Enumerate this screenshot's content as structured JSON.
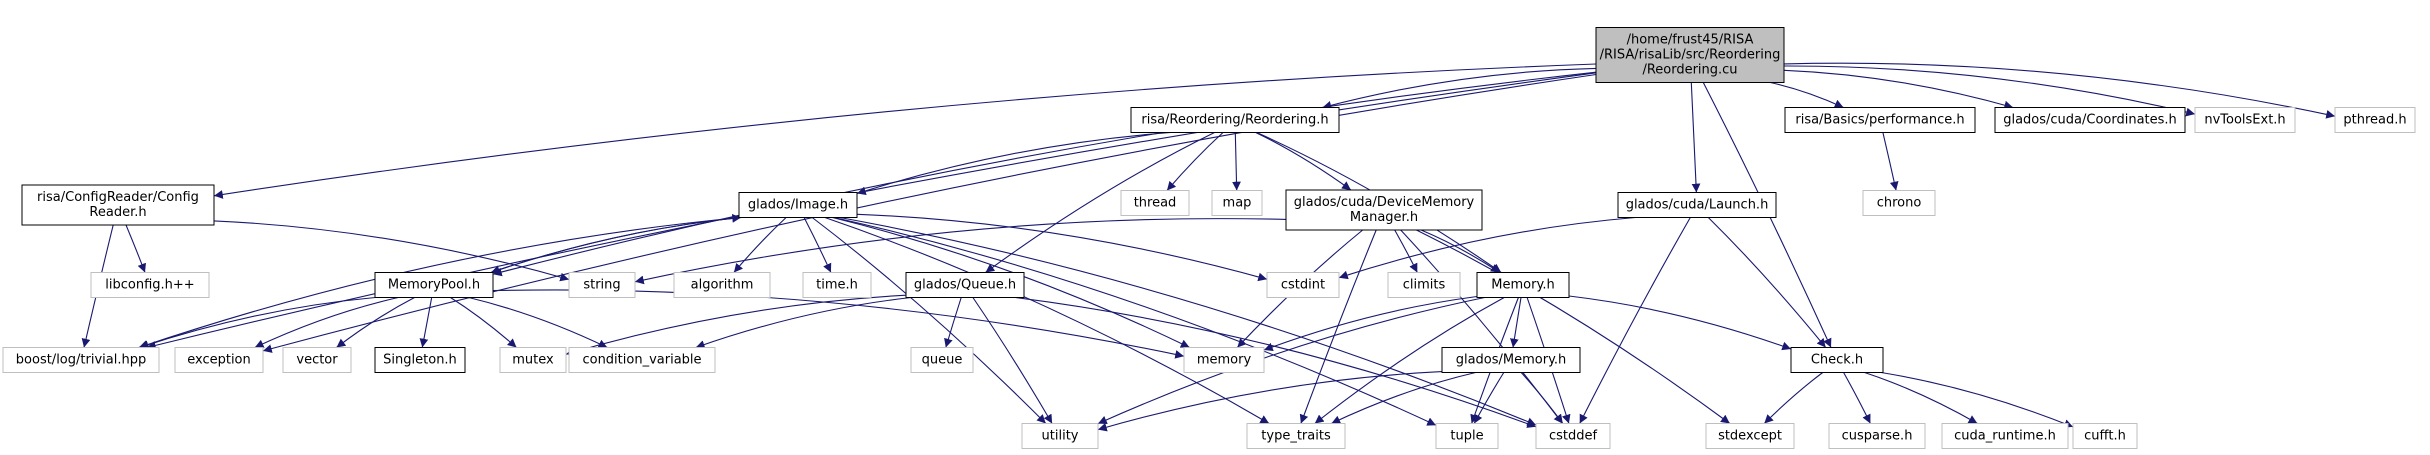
{
  "diagram": {
    "colors": {
      "edge": "#191970",
      "main_fill": "#bfbfbf",
      "local_border": "#000000",
      "system_border": "#bfbfbf",
      "system_text": "#000000"
    },
    "nodes": [
      {
        "id": "reordering_cu",
        "kind": "main",
        "lines": [
          "/home/frust45/RISA",
          "/RISA/risaLib/src/Reordering",
          "/Reordering.cu"
        ]
      },
      {
        "id": "reordering_h",
        "kind": "local",
        "lines": [
          "risa/Reordering/Reordering.h"
        ]
      },
      {
        "id": "performance_h",
        "kind": "local",
        "lines": [
          "risa/Basics/performance.h"
        ]
      },
      {
        "id": "coordinates_h",
        "kind": "local",
        "lines": [
          "glados/cuda/Coordinates.h"
        ]
      },
      {
        "id": "nvtoolsext_h",
        "kind": "system",
        "lines": [
          "nvToolsExt.h"
        ]
      },
      {
        "id": "pthread_h",
        "kind": "system",
        "lines": [
          "pthread.h"
        ]
      },
      {
        "id": "configreader_h",
        "kind": "local",
        "lines": [
          "risa/ConfigReader/Config",
          "Reader.h"
        ]
      },
      {
        "id": "image_h",
        "kind": "local",
        "lines": [
          "glados/Image.h"
        ]
      },
      {
        "id": "thread",
        "kind": "system",
        "lines": [
          "thread"
        ]
      },
      {
        "id": "map",
        "kind": "system",
        "lines": [
          "map"
        ]
      },
      {
        "id": "devicememorymanager_h",
        "kind": "local",
        "lines": [
          "glados/cuda/DeviceMemory",
          "Manager.h"
        ]
      },
      {
        "id": "launch_h",
        "kind": "local",
        "lines": [
          "glados/cuda/Launch.h"
        ]
      },
      {
        "id": "chrono",
        "kind": "system",
        "lines": [
          "chrono"
        ]
      },
      {
        "id": "libconfig",
        "kind": "system",
        "lines": [
          "libconfig.h++"
        ]
      },
      {
        "id": "string",
        "kind": "system",
        "lines": [
          "string"
        ]
      },
      {
        "id": "algorithm",
        "kind": "system",
        "lines": [
          "algorithm"
        ]
      },
      {
        "id": "time_h",
        "kind": "system",
        "lines": [
          "time.h"
        ]
      },
      {
        "id": "queue_h",
        "kind": "local",
        "lines": [
          "glados/Queue.h"
        ]
      },
      {
        "id": "cstdint",
        "kind": "system",
        "lines": [
          "cstdint"
        ]
      },
      {
        "id": "climits",
        "kind": "system",
        "lines": [
          "climits"
        ]
      },
      {
        "id": "memory_h",
        "kind": "local",
        "lines": [
          "Memory.h"
        ]
      },
      {
        "id": "memorypool_h",
        "kind": "local",
        "lines": [
          "MemoryPool.h"
        ]
      },
      {
        "id": "check_h",
        "kind": "local",
        "lines": [
          "Check.h"
        ]
      },
      {
        "id": "boost_trivial",
        "kind": "system",
        "lines": [
          "boost/log/trivial.hpp"
        ]
      },
      {
        "id": "exception",
        "kind": "system",
        "lines": [
          "exception"
        ]
      },
      {
        "id": "vector",
        "kind": "system",
        "lines": [
          "vector"
        ]
      },
      {
        "id": "singleton_h",
        "kind": "local",
        "lines": [
          "Singleton.h"
        ]
      },
      {
        "id": "mutex",
        "kind": "system",
        "lines": [
          "mutex"
        ]
      },
      {
        "id": "condition_variable",
        "kind": "system",
        "lines": [
          "condition_variable"
        ]
      },
      {
        "id": "queue",
        "kind": "system",
        "lines": [
          "queue"
        ]
      },
      {
        "id": "memory",
        "kind": "system",
        "lines": [
          "memory"
        ]
      },
      {
        "id": "glados_memory_h",
        "kind": "local",
        "lines": [
          "glados/Memory.h"
        ]
      },
      {
        "id": "utility",
        "kind": "system",
        "lines": [
          "utility"
        ]
      },
      {
        "id": "type_traits",
        "kind": "system",
        "lines": [
          "type_traits"
        ]
      },
      {
        "id": "tuple",
        "kind": "system",
        "lines": [
          "tuple"
        ]
      },
      {
        "id": "cstddef",
        "kind": "system",
        "lines": [
          "cstddef"
        ]
      },
      {
        "id": "stdexcept",
        "kind": "system",
        "lines": [
          "stdexcept"
        ]
      },
      {
        "id": "cusparse_h",
        "kind": "system",
        "lines": [
          "cusparse.h"
        ]
      },
      {
        "id": "cuda_runtime_h",
        "kind": "system",
        "lines": [
          "cuda_runtime.h"
        ]
      },
      {
        "id": "cufft_h",
        "kind": "system",
        "lines": [
          "cufft.h"
        ]
      }
    ],
    "edges": [
      [
        "reordering_cu",
        "reordering_h"
      ],
      [
        "reordering_cu",
        "performance_h"
      ],
      [
        "reordering_cu",
        "coordinates_h"
      ],
      [
        "reordering_cu",
        "nvtoolsext_h"
      ],
      [
        "reordering_cu",
        "pthread_h"
      ],
      [
        "reordering_cu",
        "configreader_h"
      ],
      [
        "reordering_cu",
        "launch_h"
      ],
      [
        "reordering_cu",
        "check_h"
      ],
      [
        "reordering_cu",
        "boost_trivial"
      ],
      [
        "reordering_cu",
        "exception"
      ],
      [
        "reordering_cu",
        "memorypool_h"
      ],
      [
        "reordering_h",
        "image_h"
      ],
      [
        "reordering_h",
        "thread"
      ],
      [
        "reordering_h",
        "map"
      ],
      [
        "reordering_h",
        "devicememorymanager_h"
      ],
      [
        "reordering_h",
        "queue_h"
      ],
      [
        "reordering_h",
        "memory_h"
      ],
      [
        "performance_h",
        "chrono"
      ],
      [
        "configreader_h",
        "libconfig"
      ],
      [
        "configreader_h",
        "string"
      ],
      [
        "configreader_h",
        "boost_trivial"
      ],
      [
        "image_h",
        "algorithm"
      ],
      [
        "image_h",
        "time_h"
      ],
      [
        "image_h",
        "memorypool_h"
      ],
      [
        "image_h",
        "boost_trivial"
      ],
      [
        "image_h",
        "cstdint"
      ],
      [
        "image_h",
        "memory"
      ],
      [
        "image_h",
        "utility"
      ],
      [
        "image_h",
        "type_traits"
      ],
      [
        "image_h",
        "tuple"
      ],
      [
        "image_h",
        "cstddef"
      ],
      [
        "devicememorymanager_h",
        "string"
      ],
      [
        "devicememorymanager_h",
        "climits"
      ],
      [
        "devicememorymanager_h",
        "memory_h"
      ],
      [
        "devicememorymanager_h",
        "memory"
      ],
      [
        "devicememorymanager_h",
        "type_traits"
      ],
      [
        "devicememorymanager_h",
        "cstddef"
      ],
      [
        "devicememorymanager_h",
        "stdexcept"
      ],
      [
        "launch_h",
        "cstdint"
      ],
      [
        "launch_h",
        "check_h"
      ],
      [
        "launch_h",
        "cstddef"
      ],
      [
        "queue_h",
        "mutex"
      ],
      [
        "queue_h",
        "condition_variable"
      ],
      [
        "queue_h",
        "queue"
      ],
      [
        "queue_h",
        "utility"
      ],
      [
        "queue_h",
        "cstddef"
      ],
      [
        "memorypool_h",
        "image_h"
      ],
      [
        "memorypool_h",
        "boost_trivial"
      ],
      [
        "memorypool_h",
        "exception"
      ],
      [
        "memorypool_h",
        "vector"
      ],
      [
        "memorypool_h",
        "singleton_h"
      ],
      [
        "memorypool_h",
        "mutex"
      ],
      [
        "memorypool_h",
        "condition_variable"
      ],
      [
        "memorypool_h",
        "memory"
      ],
      [
        "memory_h",
        "memory"
      ],
      [
        "memory_h",
        "check_h"
      ],
      [
        "memory_h",
        "glados_memory_h"
      ],
      [
        "memory_h",
        "utility"
      ],
      [
        "memory_h",
        "type_traits"
      ],
      [
        "memory_h",
        "tuple"
      ],
      [
        "memory_h",
        "cstddef"
      ],
      [
        "glados_memory_h",
        "utility"
      ],
      [
        "glados_memory_h",
        "type_traits"
      ],
      [
        "glados_memory_h",
        "tuple"
      ],
      [
        "glados_memory_h",
        "cstddef"
      ],
      [
        "check_h",
        "stdexcept"
      ],
      [
        "check_h",
        "cusparse_h"
      ],
      [
        "check_h",
        "cuda_runtime_h"
      ],
      [
        "check_h",
        "cufft_h"
      ]
    ]
  }
}
